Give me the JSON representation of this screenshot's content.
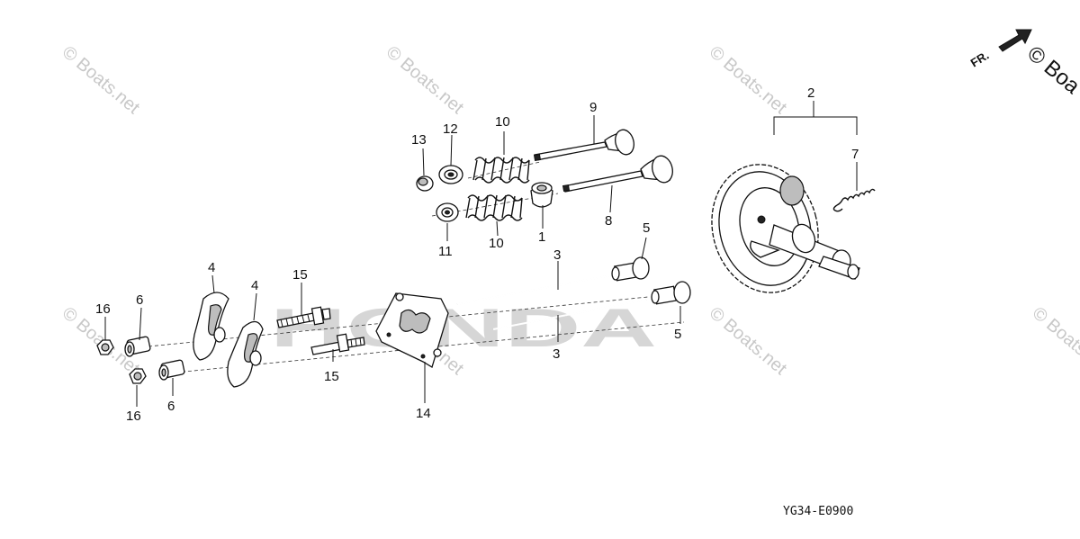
{
  "callouts": {
    "p1": "1",
    "p2": "2",
    "p3a": "3",
    "p3b": "3",
    "p4a": "4",
    "p4b": "4",
    "p5a": "5",
    "p5b": "5",
    "p6a": "6",
    "p6b": "6",
    "p7": "7",
    "p8": "8",
    "p9": "9",
    "p10a": "10",
    "p10b": "10",
    "p11": "11",
    "p12": "12",
    "p13": "13",
    "p14": "14",
    "p15a": "15",
    "p15b": "15",
    "p16a": "16",
    "p16b": "16"
  },
  "diagram_code": "YG34-E0900",
  "front_arrow_label": "FR.",
  "watermark": {
    "text": "© Boats.net",
    "corner_text": "© Boa"
  },
  "brand_watermark": "HONDA",
  "colors": {
    "line": "#111111",
    "watermark": "#c8c8c8",
    "background": "#ffffff"
  }
}
